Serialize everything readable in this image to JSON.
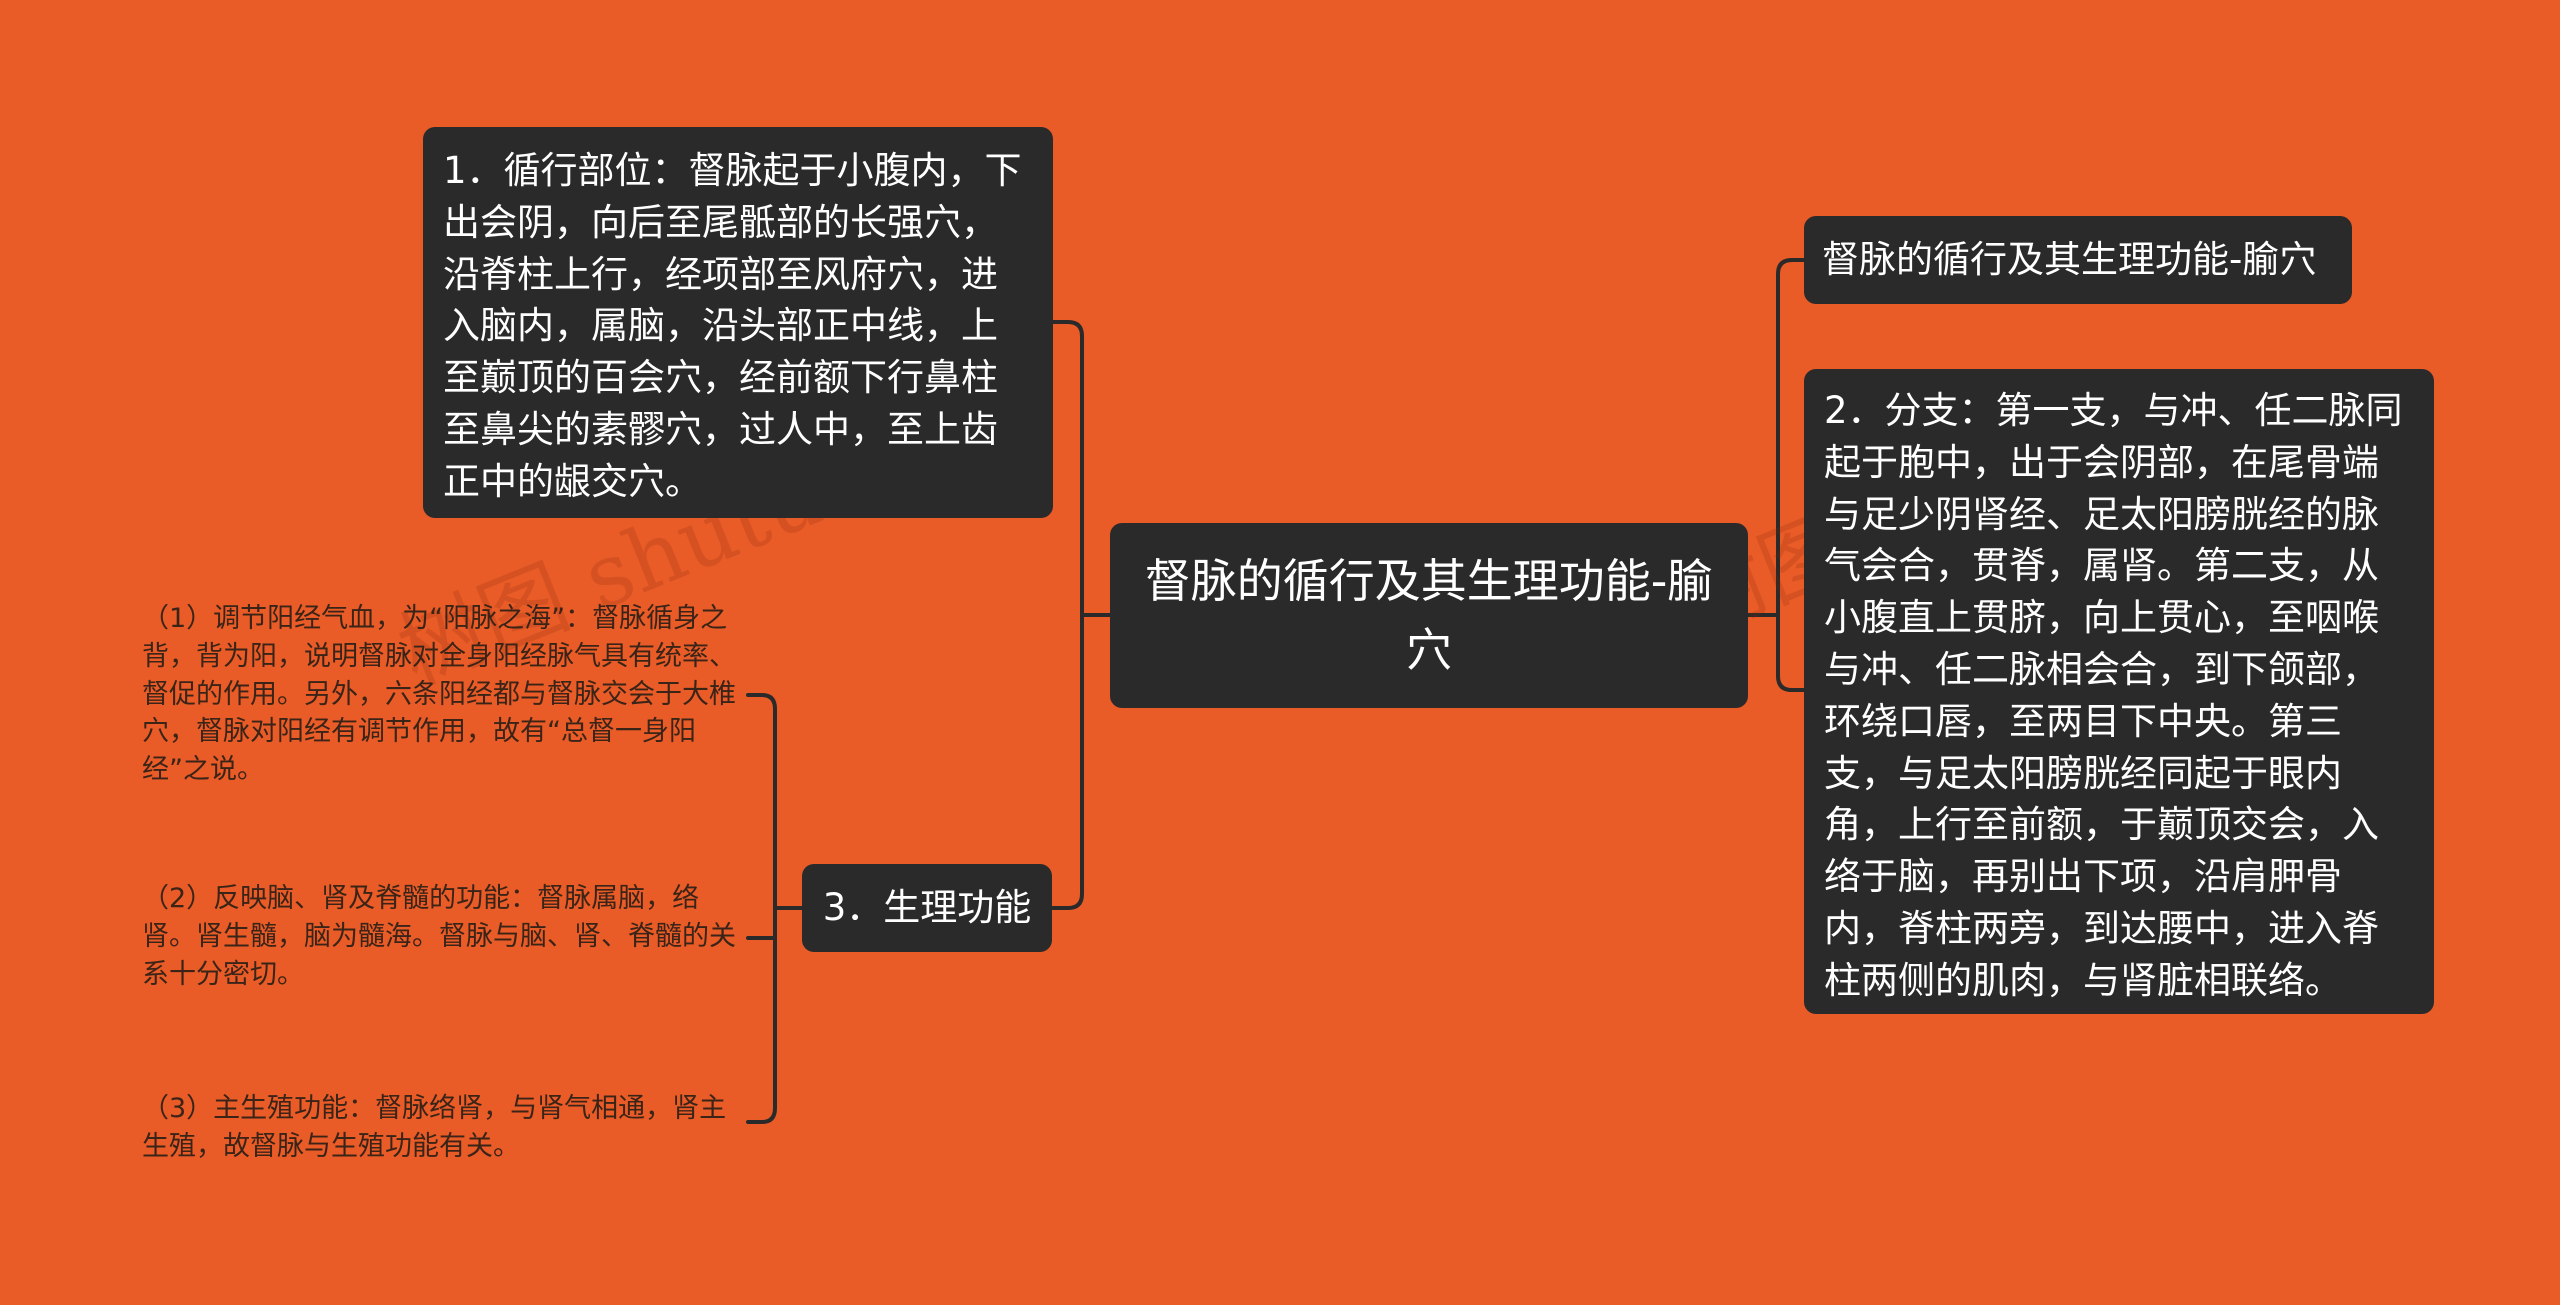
{
  "colors": {
    "background": "#E95B27",
    "node_fill": "#2A2A2A",
    "node_text": "#FFFFFF",
    "leaf_text": "#3A2418",
    "connector": "#2A2A2A"
  },
  "central": {
    "text": "督脉的循行及其生理功能-腧穴"
  },
  "left_branches": {
    "course": "1．循行部位：督脉起于小腹内，下出会阴，向后至尾骶部的长强穴，沿脊柱上行，经项部至风府穴，进入脑内，属脑，沿头部正中线，上至巅顶的百会穴，经前额下行鼻柱至鼻尖的素髎穴，过人中，至上齿正中的龈交穴。",
    "function": {
      "label": "3．生理功能",
      "leaves": [
        "（1）调节阳经气血，为“阳脉之海”：督脉循身之背，背为阳，说明督脉对全身阳经脉气具有统率、督促的作用。另外，六条阳经都与督脉交会于大椎穴，督脉对阳经有调节作用，故有“总督一身阳经”之说。",
        "（2）反映脑、肾及脊髓的功能：督脉属脑，络肾。肾生髓，脑为髓海。督脉与脑、肾、脊髓的关系十分密切。",
        "（3）主生殖功能：督脉络肾，与肾气相通，肾主生殖，故督脉与生殖功能有关。"
      ]
    }
  },
  "right_branches": {
    "title": "督脉的循行及其生理功能-腧穴",
    "branch": "2．分支：第一支，与冲、任二脉同起于胞中，出于会阴部，在尾骨端与足少阴肾经、足太阳膀胱经的脉气会合，贯脊，属肾。第二支，从小腹直上贯脐，向上贯心，至咽喉与冲、任二脉相会合，到下颌部，环绕口唇，至两目下中央。第三支，与足太阳膀胱经同起于眼内角，上行至前额，于巅顶交会，入络于脑，再别出下项，沿肩胛骨内，脊柱两旁，到达腰中，进入脊柱两侧的肌肉，与肾脏相联络。"
  },
  "watermark": {
    "text_1": "树图 shutu.cn",
    "text_2": "树图 shutu.cn"
  }
}
